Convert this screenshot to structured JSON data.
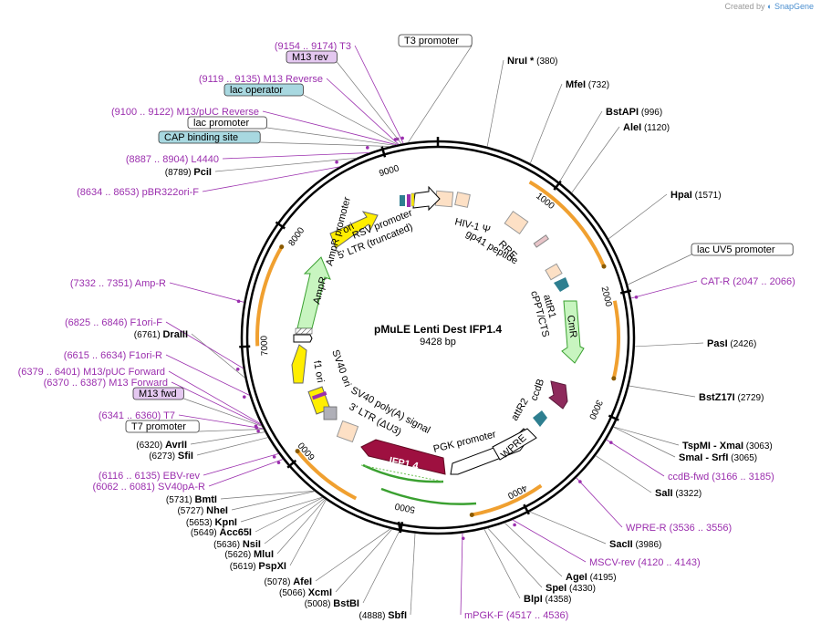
{
  "credit": {
    "prefix": "Created by",
    "brand": "SnapGene"
  },
  "plasmid": {
    "name": "pMuLE Lenti Dest IFP1.4",
    "size_label": "9428 bp",
    "length": 9428
  },
  "ticks": [
    "1000",
    "2000",
    "3000",
    "4000",
    "5000",
    "6000",
    "7000",
    "8000",
    "9000"
  ],
  "colors": {
    "primer": "#9b2fae",
    "orange": "#f0a030",
    "green": "#3aa030",
    "ifp": "#9e1040",
    "teal": "#2e7f90",
    "yellow": "#ffee00",
    "lightgreen": "#c8f5c0",
    "peach": "#fde0c5",
    "ccdb": "#8e2a5c"
  },
  "sites": [
    {
      "name": "NruI *",
      "pos": "(380)"
    },
    {
      "name": "MfeI",
      "pos": "(732)"
    },
    {
      "name": "BstAPI",
      "pos": "(996)"
    },
    {
      "name": "AleI",
      "pos": "(1120)"
    },
    {
      "name": "HpaI",
      "pos": "(1571)"
    },
    {
      "name": "PasI",
      "pos": "(2426)"
    },
    {
      "name": "BstZ17I",
      "pos": "(2729)"
    },
    {
      "name": "TspMI - XmaI",
      "pos": "(3063)"
    },
    {
      "name": "SmaI - SrfI",
      "pos": "(3065)"
    },
    {
      "name": "SalI",
      "pos": "(3322)"
    },
    {
      "name": "SacII",
      "pos": "(3986)"
    },
    {
      "name": "AgeI",
      "pos": "(4195)"
    },
    {
      "name": "SpeI",
      "pos": "(4330)"
    },
    {
      "name": "BlpI",
      "pos": "(4358)"
    },
    {
      "name": "SbfI",
      "pos": "(4888)"
    },
    {
      "name": "BstBI",
      "pos": "(5008)"
    },
    {
      "name": "XcmI",
      "pos": "(5066)"
    },
    {
      "name": "AfeI",
      "pos": "(5078)"
    },
    {
      "name": "PspXI",
      "pos": "(5619)"
    },
    {
      "name": "MluI",
      "pos": "(5626)"
    },
    {
      "name": "NsiI",
      "pos": "(5636)"
    },
    {
      "name": "Acc65I",
      "pos": "(5649)"
    },
    {
      "name": "KpnI",
      "pos": "(5653)"
    },
    {
      "name": "NheI",
      "pos": "(5727)"
    },
    {
      "name": "BmtI",
      "pos": "(5731)"
    },
    {
      "name": "SfiI",
      "pos": "(6273)"
    },
    {
      "name": "AvrII",
      "pos": "(6320)"
    },
    {
      "name": "DraIII",
      "pos": "(6761)"
    },
    {
      "name": "PciI",
      "pos": "(8789)"
    }
  ],
  "primers": [
    {
      "name": "T3",
      "pos": "(9154 .. 9174)"
    },
    {
      "name": "M13 Reverse",
      "pos": "(9119 .. 9135)"
    },
    {
      "name": "M13/pUC Reverse",
      "pos": "(9100 .. 9122)"
    },
    {
      "name": "L4440",
      "pos": "(8887 .. 8904)"
    },
    {
      "name": "pBR322ori-F",
      "pos": "(8634 .. 8653)"
    },
    {
      "name": "Amp-R",
      "pos": "(7332 .. 7351)"
    },
    {
      "name": "F1ori-F",
      "pos": "(6825 .. 6846)"
    },
    {
      "name": "F1ori-R",
      "pos": "(6615 .. 6634)"
    },
    {
      "name": "M13/pUC Forward",
      "pos": "(6379 .. 6401)"
    },
    {
      "name": "M13 Forward",
      "pos": "(6370 .. 6387)"
    },
    {
      "name": "T7",
      "pos": "(6341 .. 6360)"
    },
    {
      "name": "EBV-rev",
      "pos": "(6116 .. 6135)"
    },
    {
      "name": "SV40pA-R",
      "pos": "(6062 .. 6081)"
    },
    {
      "name": "CAT-R",
      "pos": "(2047 .. 2066)"
    },
    {
      "name": "ccdB-fwd",
      "pos": "(3166 .. 3185)"
    },
    {
      "name": "WPRE-R",
      "pos": "(3536 .. 3556)"
    },
    {
      "name": "MSCV-rev",
      "pos": "(4120 .. 4143)"
    },
    {
      "name": "mPGK-F",
      "pos": "(4517 .. 4536)"
    }
  ],
  "boxed": [
    "M13 rev",
    "lac operator",
    "lac promoter",
    "CAP binding site",
    "T3 promoter",
    "lac UV5 promoter",
    "M13 fwd",
    "T7 promoter"
  ],
  "features": {
    "rsv": "RSV promoter",
    "ltr5": "5' LTR (truncated)",
    "hiv": "HIV-1 Ψ",
    "rre": "RRE",
    "gp41": "gp41 peptide",
    "attr1": "attR1",
    "cppt": "cPPT/CTS",
    "cmr": "CmR",
    "ccdb": "ccdB",
    "attr2": "attR2",
    "wpre": "WPRE",
    "pgk": "PGK promoter",
    "ifp": "IFP1.4",
    "ltr3": "3' LTR (ΔU3)",
    "sv40pa": "SV40 poly(A) signal",
    "sv40ori": "SV40 ori",
    "f1ori": "f1 ori",
    "ampr_prom": "AmpR promoter",
    "ampr": "AmpR",
    "ori": "ori"
  }
}
